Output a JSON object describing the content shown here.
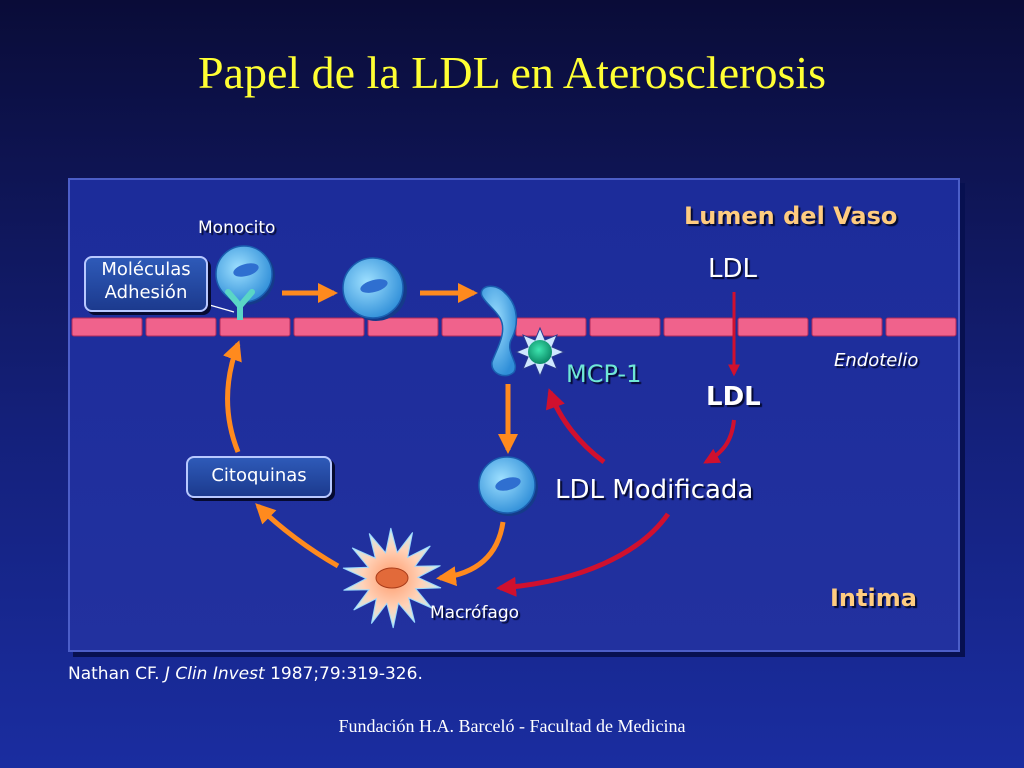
{
  "title": "Papel de la LDL en Aterosclerosis",
  "diagram": {
    "lumen_label": "Lumen del Vaso",
    "ldl_lumen": "LDL",
    "endothelium_label": "Endotelio",
    "ldl_intima": "LDL",
    "monocyte_label": "Monocito",
    "adhesion_line1": "Moléculas",
    "adhesion_line2": "Adhesión",
    "mcp_label": "MCP-1",
    "cytokines_label": "Citoquinas",
    "modified_ldl_label": "LDL Modificada",
    "macrophage_label": "Macrófago",
    "intima_label": "Intima"
  },
  "citation": {
    "authors": "Nathan CF.",
    "journal": "J Clin Invest",
    "details": "1987;79:319-326."
  },
  "footer": "Fundación H.A. Barceló - Facultad de Medicina",
  "colors": {
    "title": "#ffff33",
    "orange_arrow": "#ff8a1e",
    "red_arrow": "#c8102e",
    "endothelium": "#f0628c",
    "cell": "#5ab4ee"
  }
}
